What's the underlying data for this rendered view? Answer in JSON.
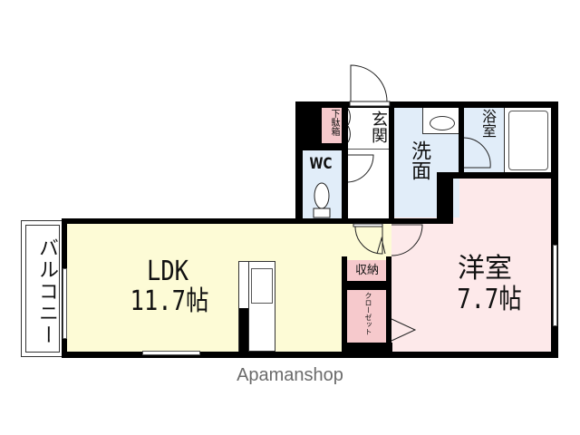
{
  "floorplan": {
    "colors": {
      "ldk": "#fdfbd6",
      "western_room": "#fde9ea",
      "wet_area": "#e1edf9",
      "storage": "#f6c9cc",
      "wall": "#000000",
      "watermark": "#6b6b6b"
    },
    "rooms": {
      "ldk": {
        "name": "LDK",
        "size": "11.7帖"
      },
      "western_room": {
        "name": "洋室",
        "size": "7.7帖"
      },
      "washroom": {
        "name": "洗面"
      },
      "bathroom": {
        "name": "浴室"
      },
      "toilet": {
        "name": "WC"
      },
      "entrance": {
        "name": "玄関"
      },
      "shoe_closet": {
        "name": "下駄箱"
      },
      "storage": {
        "name": "収納"
      },
      "closet": {
        "name": "クローゼット"
      },
      "balcony": {
        "name": "バルコニー"
      }
    },
    "watermark": "Apamanshop"
  }
}
